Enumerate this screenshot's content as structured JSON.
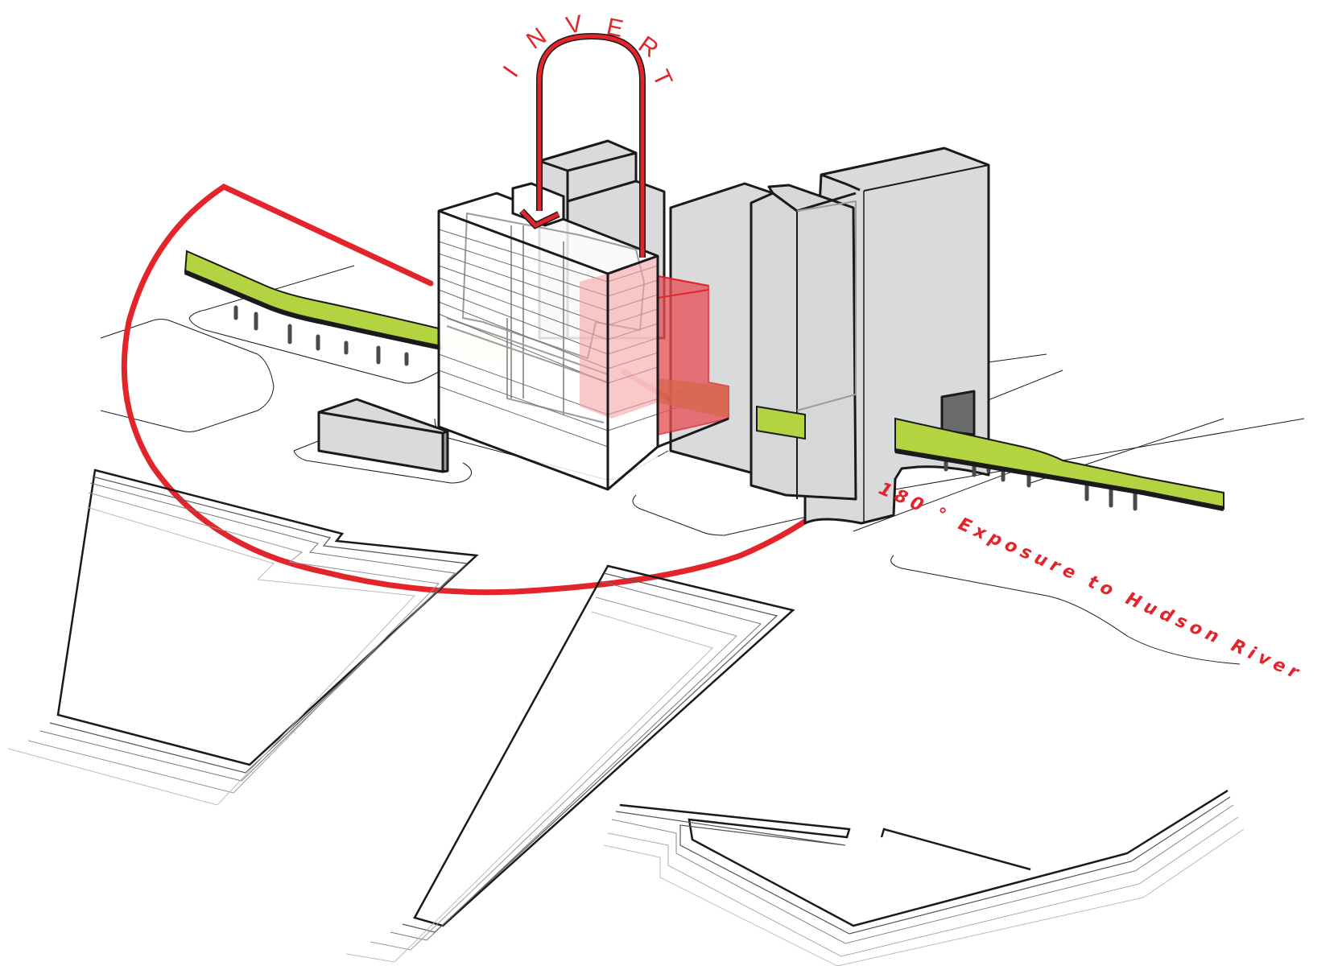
{
  "diagram": {
    "type": "architectural axonometric",
    "labels": {
      "invert_letters": [
        "I",
        "N",
        "V",
        "E",
        "R",
        "T"
      ],
      "invert_word": "INVERT",
      "exposure": "180 ° Exposure to Hudson River"
    },
    "colors": {
      "accent_red": "#e3242b",
      "highline_green": "#b4d340",
      "building_gray": "#d9dadc",
      "outline": "#1a1a1a",
      "translucent_red": "#ef6b6e"
    },
    "elements": [
      "High Line elevated park (green strip)",
      "Glass tower (main building, transparent)",
      "Inverted red volume",
      "Neighboring gray buildings",
      "Red 180-degree exposure arc",
      "Inversion arrow",
      "Hudson River piers (contour outlines)"
    ]
  }
}
